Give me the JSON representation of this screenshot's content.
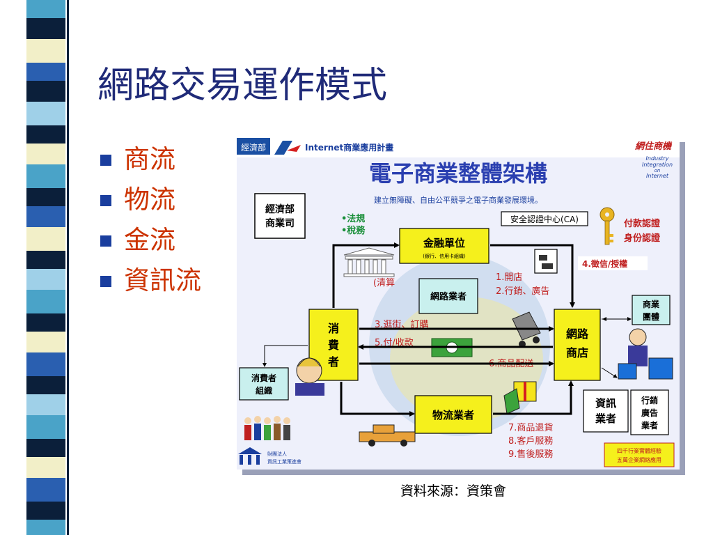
{
  "slide": {
    "title": "網路交易運作模式",
    "bullets": [
      "商流",
      "物流",
      "金流",
      "資訊流"
    ],
    "source": "資料來源：資策會",
    "accent": "#cc3300",
    "title_color": "#1f2a78"
  },
  "diagram": {
    "header_org": "經濟部",
    "header_plan": "Internet商業應用計畫",
    "brand": "網住商機",
    "brand_lines": [
      "Industry",
      "Integration",
      "on",
      "Internet"
    ],
    "title": "電子商業整體架構",
    "subtitle": "建立無障礙、自由公平競爭之電子商業發展環境。",
    "moea": [
      "經濟部",
      "商業司"
    ],
    "law": [
      "•法規",
      "•稅務"
    ],
    "ca": "安全認證中心(CA)",
    "auth": [
      "付款認證",
      "身份認證"
    ],
    "bank": "金融單位",
    "bank_sub": "(銀行、信用卡組織)",
    "isp": "網路業者",
    "clearing": "(清算",
    "open": [
      "1.開店",
      "2.行銷、廣告"
    ],
    "credit": "4.徵信/授權",
    "consumer": [
      "消",
      "費",
      "者"
    ],
    "shop": [
      "網路",
      "商店"
    ],
    "biz_group": [
      "商業",
      "團體"
    ],
    "flow": [
      "3.逛街、訂購",
      "5.付/收款",
      "6.商品配送"
    ],
    "consumer_org": [
      "消費者",
      "組織"
    ],
    "logistics": "物流業者",
    "info": [
      "資訊",
      "業者"
    ],
    "ad": [
      "行銷",
      "廣告",
      "業者"
    ],
    "returns": [
      "7.商品退貨",
      "8.客戶服務",
      "9.售後服務"
    ],
    "footer_left": [
      "財團法人",
      "資訊工業策進會"
    ],
    "footer_right": [
      "四千行業實體經驗",
      "五萬企業網絡應用"
    ]
  }
}
